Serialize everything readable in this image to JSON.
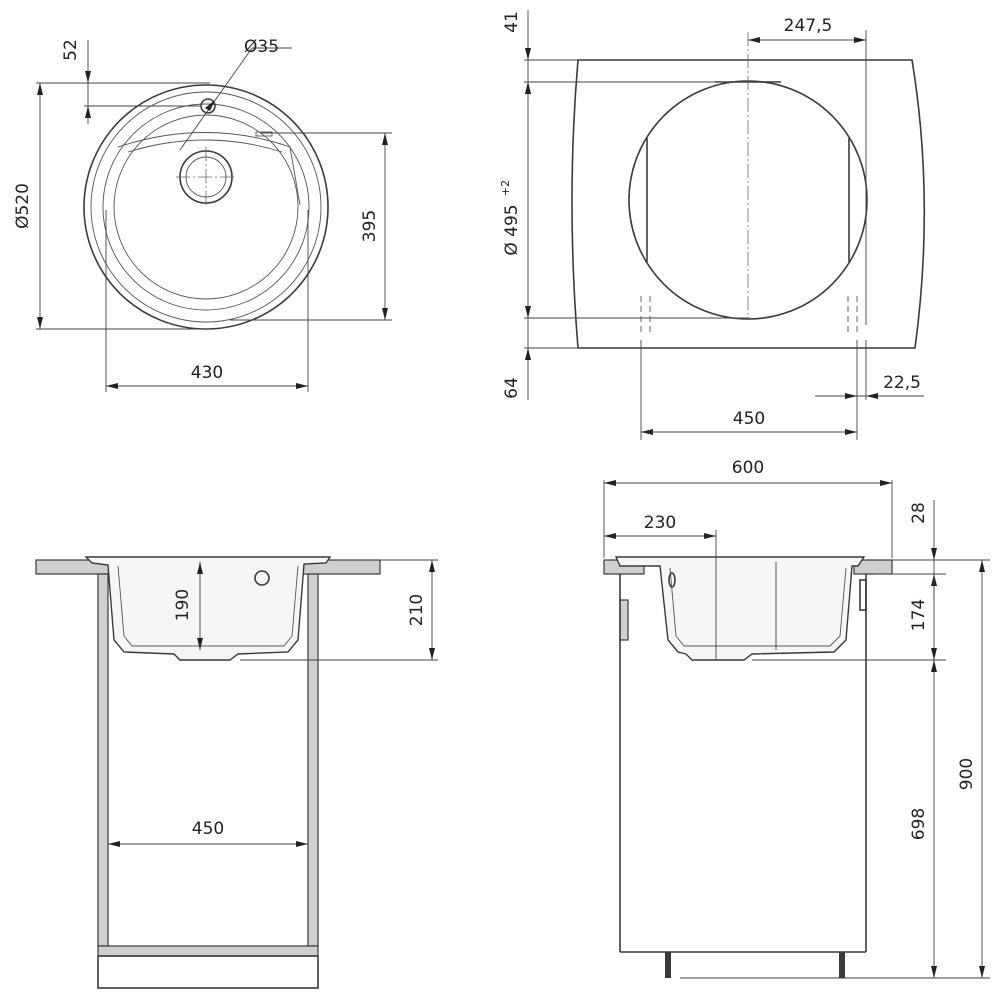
{
  "dimensions": {
    "top_view": {
      "overflow_offset": "52",
      "tap_hole": "Ø35",
      "outer_diameter": "Ø520",
      "bowl_depth_extent": "395",
      "bowl_width": "430"
    },
    "cutout_view": {
      "top_offset": "41",
      "half_width": "247,5",
      "cutout_diameter": "Ø 495",
      "cutout_tolerance": "+2",
      "bottom_offset": "64",
      "cabinet_width": "450",
      "side_offset": "22,5"
    },
    "front_section": {
      "bowl_depth": "190",
      "total_depth": "210",
      "cabinet_width": "450"
    },
    "side_section": {
      "worktop_depth": "600",
      "bowl_offset": "230",
      "worktop_thickness": "28",
      "bowl_height": "174",
      "cabinet_height": "698",
      "total_height": "900"
    }
  }
}
